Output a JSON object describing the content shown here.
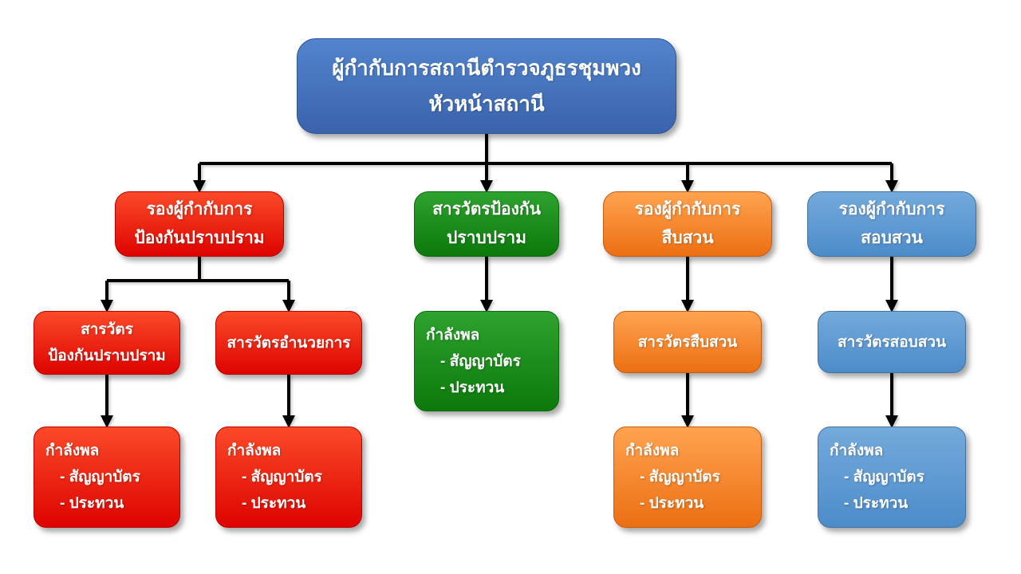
{
  "nodes": {
    "root": {
      "line1": "ผู้กำกับการสถานีตำรวจภูธรชุมพวง",
      "line2": "หัวหน้าสถานี"
    },
    "deputy_suppression": {
      "line1": "รองผู้กำกับการ",
      "line2": "ป้องกันปราบปราม"
    },
    "inspector_prevention": {
      "line1": "สารวัตรป้องกัน",
      "line2": "ปราบปราม"
    },
    "deputy_investigation": {
      "line1": "รองผู้กำกับการ",
      "line2": "สืบสวน"
    },
    "deputy_inquiry": {
      "line1": "รองผู้กำกับการ",
      "line2": "สอบสวน"
    },
    "inspector_suppression": {
      "line1": "สารวัตร",
      "line2": "ป้องกันปราบปราม"
    },
    "inspector_admin": {
      "line1": "สารวัตรอำนวยการ"
    },
    "inspector_investigation": {
      "line1": "สารวัตรสืบสวน"
    },
    "inspector_inquiry": {
      "line1": "สารวัตรสอบสวน"
    },
    "personnel": {
      "title": "กำลังพล",
      "item1": "- สัญญาบัตร",
      "item2": "- ประทวน"
    }
  },
  "colors": {
    "blue": {
      "top": "#5284CD",
      "bottom": "#3A63AC",
      "border": "#2E5596"
    },
    "red": {
      "top": "#FB4A28",
      "bottom": "#DE0300",
      "border": "#B80000"
    },
    "green": {
      "top": "#2EA22E",
      "bottom": "#0B790B",
      "border": "#0A6A0A"
    },
    "orange": {
      "top": "#FFA350",
      "bottom": "#EC6F12",
      "border": "#C55A11"
    },
    "lblue": {
      "top": "#74AADC",
      "bottom": "#4C8CCA",
      "border": "#41719C"
    },
    "connector": "#000000",
    "text": "#FFFFFF",
    "background": "#FFFFFF"
  }
}
